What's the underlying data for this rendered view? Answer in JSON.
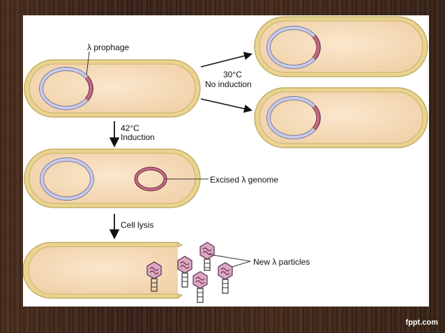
{
  "labels": {
    "prophage": "λ prophage",
    "no_induction_temp": "30°C",
    "no_induction": "No induction",
    "induction_temp": "42°C",
    "induction": "Induction",
    "excised": "Excised λ genome",
    "cell_lysis": "Cell lysis",
    "new_particles": "New λ particles"
  },
  "footer": {
    "brand": "fppt.com"
  },
  "colors": {
    "cell_fill": "#f7dfc0",
    "cell_border": "#e6cf8a",
    "chromosome": "#b8bde0",
    "prophage": "#b0546a",
    "phage_head": "#d8a8c4"
  }
}
